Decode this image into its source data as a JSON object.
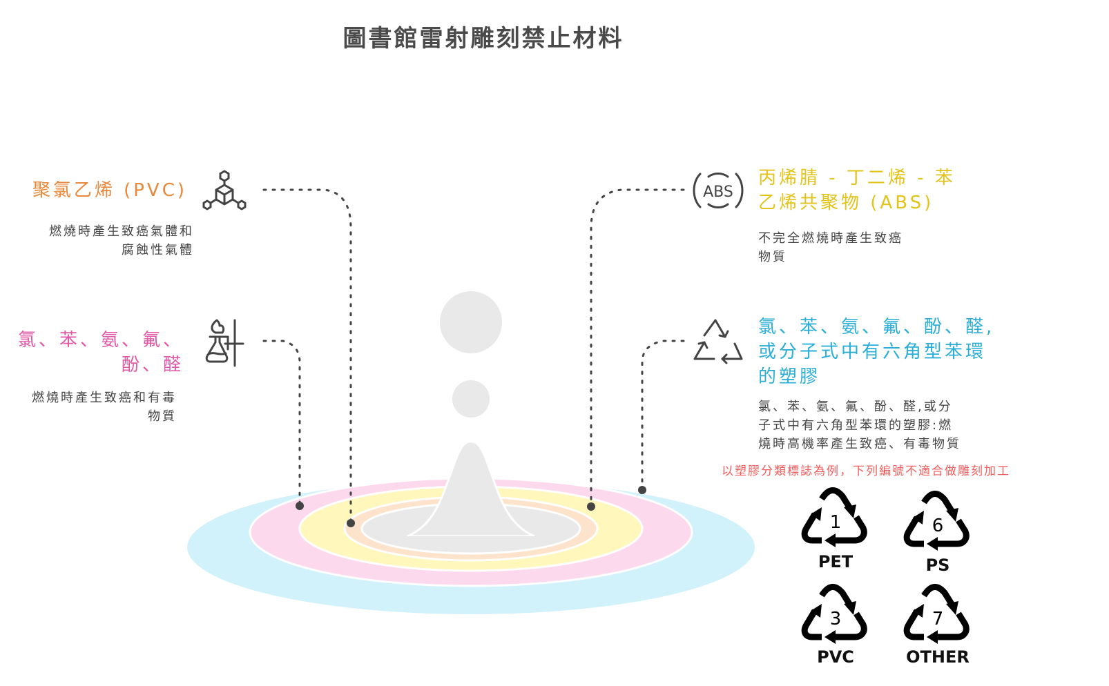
{
  "title": "圖書館雷射雕刻禁止材料",
  "items": [
    {
      "heading": "聚氯乙烯 (PVC)",
      "heading_lines": [
        "聚氯乙烯 (PVC)"
      ],
      "description_lines": [
        "燃燒時產生致癌氣體和",
        "腐蝕性氣體"
      ],
      "color": "#e8883a",
      "icon": "molecule-cube-icon",
      "side": "left"
    },
    {
      "heading_lines": [
        "氯、苯、氨、氟、",
        "酚、醛"
      ],
      "description_lines": [
        "燃燒時產生致癌和有毒",
        "物質"
      ],
      "color": "#e05aa8",
      "icon": "bunsen-burner-flask-icon",
      "side": "left"
    },
    {
      "heading_lines": [
        "丙烯腈 - 丁二烯 - 苯",
        "乙烯共聚物 (ABS)"
      ],
      "description_lines": [
        "不完全燃燒時產生致癌",
        "物質"
      ],
      "color": "#e2c31a",
      "icon": "abs-badge-icon",
      "icon_text": "ABS",
      "side": "right"
    },
    {
      "heading_lines": [
        "氯、苯、氨、氟、酚、醛,",
        "或分子式中有六角型苯環",
        "的塑膠"
      ],
      "description_lines": [
        "氯、苯、氨、氟、酚、醛,或分",
        "子式中有六角型苯環的塑膠:燃",
        "燒時高機率產生致癌、有毒物質"
      ],
      "color": "#2aaed8",
      "icon": "recycle-icon",
      "side": "right"
    }
  ],
  "note": "以塑膠分類標誌為例，下列編號不適合做雕刻加工",
  "note_color": "#f25c5c",
  "resin_codes": [
    {
      "number": "1",
      "label": "PET"
    },
    {
      "number": "6",
      "label": "PS"
    },
    {
      "number": "3",
      "label": "PVC"
    },
    {
      "number": "7",
      "label": "OTHER"
    }
  ],
  "ring_colors": [
    "#d2f2fb",
    "#fdd9ee",
    "#fff7bb",
    "#fde3cc",
    "#e9e9e9"
  ]
}
